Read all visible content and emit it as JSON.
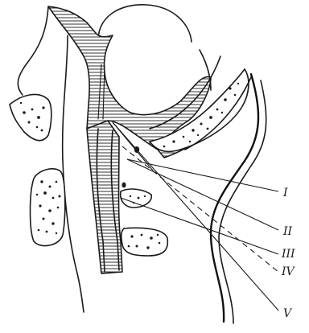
{
  "diagram": {
    "rays": [
      {
        "label": "I",
        "style": "solid"
      },
      {
        "label": "II",
        "style": "solid"
      },
      {
        "label": "III",
        "style": "solid"
      },
      {
        "label": "IV",
        "style": "dashed"
      },
      {
        "label": "V",
        "style": "solid"
      }
    ],
    "colors": {
      "ink": "#1a1a1a",
      "paper": "#ffffff"
    }
  }
}
